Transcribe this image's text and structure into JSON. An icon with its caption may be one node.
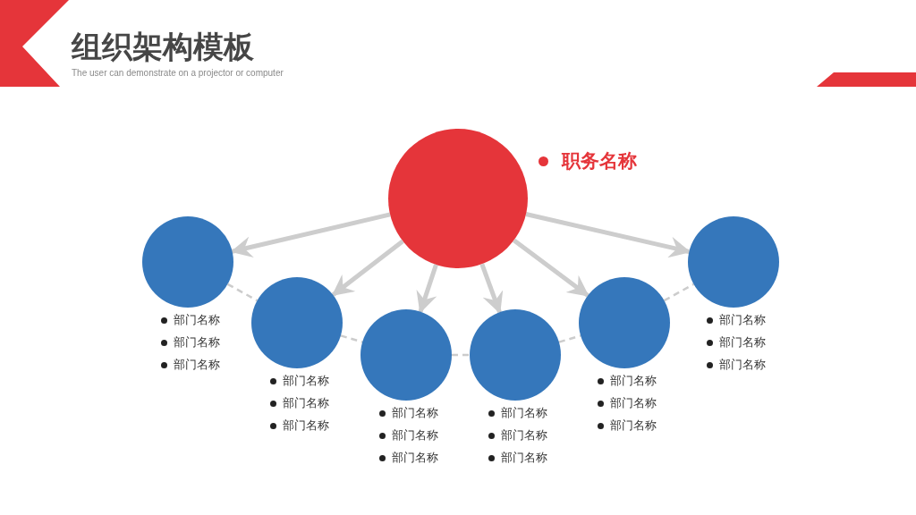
{
  "diagram": {
    "title": "组织架构模板",
    "nodes": [
      {
        "text": [],
        "shape": "circle",
        "beside": [
          "职务名称"
        ]
      },
      {
        "text": [],
        "shape": "circle",
        "beside": [
          "部门名称",
          "部门名称",
          "部门名称"
        ]
      },
      {
        "text": [],
        "shape": "circle",
        "beside": [
          "部门名称",
          "部门名称",
          "部门名称"
        ]
      },
      {
        "text": [],
        "shape": "circle",
        "beside": [
          "部门名称",
          "部门名称",
          "部门名称"
        ]
      },
      {
        "text": [],
        "shape": "circle",
        "beside": [
          "部门名称",
          "部门名称",
          "部门名称"
        ]
      },
      {
        "text": [],
        "shape": "circle",
        "beside": [
          "部门名称",
          "部门名称",
          "部门名称"
        ]
      },
      {
        "text": [],
        "shape": "circle",
        "beside": [
          "部门名称",
          "部门名称",
          "部门名称"
        ]
      }
    ],
    "edges": [
      {
        "from": 0,
        "to": 1,
        "arrow": "to"
      },
      {
        "from": 0,
        "to": 2,
        "arrow": "to"
      },
      {
        "from": 0,
        "to": 3,
        "arrow": "to"
      },
      {
        "from": 0,
        "to": 4,
        "arrow": "to"
      },
      {
        "from": 0,
        "to": 5,
        "arrow": "to"
      },
      {
        "from": 0,
        "to": 6,
        "arrow": "to"
      },
      {
        "from": 1,
        "to": 2,
        "arrow": "none",
        "style": "dashed"
      },
      {
        "from": 2,
        "to": 3,
        "arrow": "none",
        "style": "dashed"
      },
      {
        "from": 3,
        "to": 4,
        "arrow": "none",
        "style": "dashed"
      },
      {
        "from": 4,
        "to": 5,
        "arrow": "none",
        "style": "dashed"
      },
      {
        "from": 5,
        "to": 6,
        "arrow": "none",
        "style": "dashed"
      }
    ],
    "labels": [
      "The user can demonstrate on a projector or computer"
    ]
  }
}
